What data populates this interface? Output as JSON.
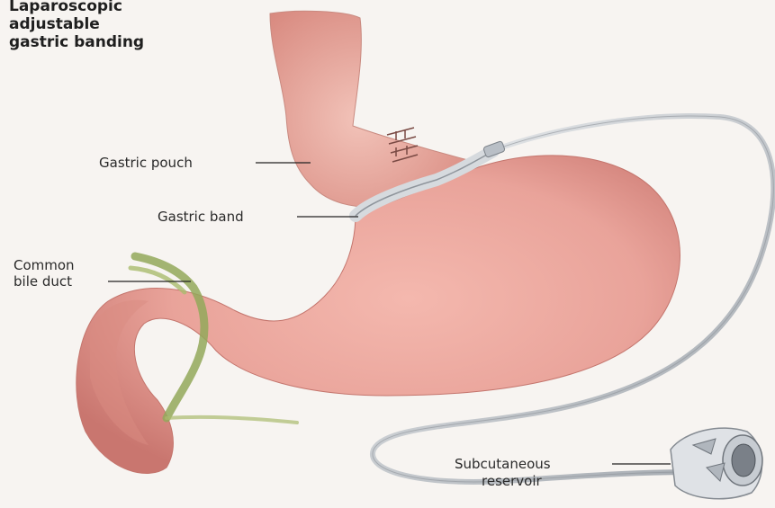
{
  "title": {
    "lines": [
      "Laparoscopic",
      "adjustable",
      "gastric banding"
    ]
  },
  "labels": {
    "gastric_pouch": "Gastric pouch",
    "gastric_band": "Gastric band",
    "common_bile_duct": [
      "Common",
      "bile duct"
    ],
    "subcutaneous_reservoir": [
      "Subcutaneous",
      "reservoir"
    ]
  },
  "colors": {
    "stomach": "#e9a39a",
    "stomach_shadow": "#c9766f",
    "bile_duct": "#93a85a",
    "tube": "#c9cdd2",
    "background": "#f7f4f1"
  }
}
